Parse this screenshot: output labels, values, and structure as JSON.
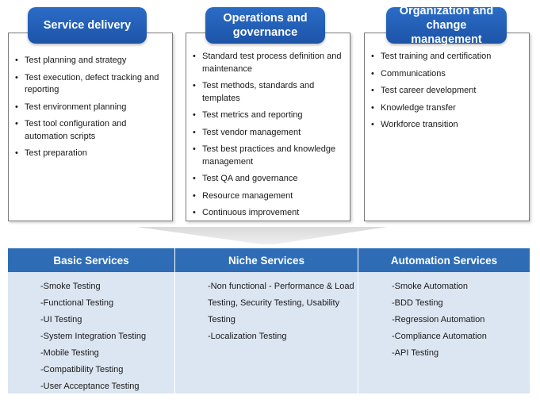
{
  "top": [
    {
      "title": "Service delivery",
      "items": [
        "Test planning and strategy",
        "Test execution, defect tracking and reporting",
        "Test environment planning",
        "Test tool configuration and automation scripts",
        "Test preparation"
      ]
    },
    {
      "title": "Operations and governance",
      "items": [
        "Standard test process definition and maintenance",
        "Test methods, standards and templates",
        "Test metrics and reporting",
        "Test vendor management",
        "Test best practices and knowledge management",
        "Test QA and governance",
        "Resource management",
        "Continuous improvement"
      ]
    },
    {
      "title": "Organization and change management",
      "items": [
        "Test training and certification",
        "Communications",
        "Test career development",
        "Knowledge transfer",
        "Workforce transition"
      ]
    }
  ],
  "services": [
    {
      "header": "Basic Services",
      "items": [
        "-Smoke Testing",
        "-Functional Testing",
        "-UI Testing",
        "-System Integration Testing",
        "-Mobile Testing",
        "-Compatibility Testing",
        "-User Acceptance Testing"
      ]
    },
    {
      "header": "Niche Services",
      "items": [
        "-Non functional - Performance & Load",
        "Testing, Security Testing, Usability",
        "Testing",
        "-Localization Testing"
      ]
    },
    {
      "header": "Automation Services",
      "items": [
        "-Smoke Automation",
        "-BDD Testing",
        "-Regression Automation",
        "-Compliance Automation",
        "-API Testing"
      ]
    }
  ],
  "colors": {
    "pill": "#1d54a8",
    "table_header": "#2e6db6",
    "table_body": "#dce6f2"
  }
}
